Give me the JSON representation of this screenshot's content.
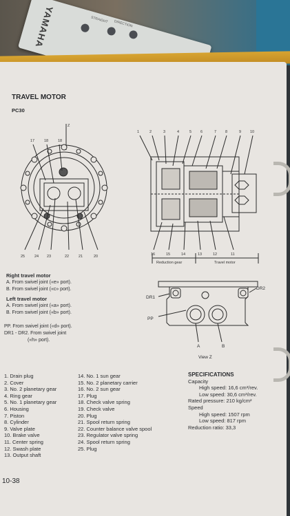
{
  "background": {
    "remote_brand": "YAMAHA",
    "remote_labels": [
      "STRAIGHT",
      "DIRECTION"
    ]
  },
  "page": {
    "title": "TRAVEL MOTOR",
    "model": "PC30",
    "page_number": "10-38"
  },
  "left_diagram": {
    "callouts_top": [
      "17",
      "18",
      "18",
      "Z"
    ],
    "callouts_bottom": [
      "25",
      "24",
      "23",
      "22",
      "21",
      "20"
    ]
  },
  "right_diagram": {
    "callouts_top": [
      "1",
      "2",
      "3",
      "4",
      "5",
      "6",
      "7",
      "8",
      "9",
      "10"
    ],
    "callouts_bottom": [
      "16",
      "15",
      "14",
      "13",
      "12",
      "11"
    ],
    "reduction_gear_label": "Reduction gear",
    "travel_motor_label": "Travel motor"
  },
  "ports": {
    "right_header": "Right travel motor",
    "right_a": "A. From swivel joint («e» port).",
    "right_b": "B. From swivel joint («c» port).",
    "left_header": "Left travel motor",
    "left_a": "A. From swivel joint («a» port).",
    "left_b": "B. From swivel joint («b» port).",
    "pp": "PP. From swivel joint («d» port).",
    "dr1": "DR1 - DR2. From swivel joint",
    "dr2": "(«h» port)."
  },
  "view_z": {
    "dr1": "DR1",
    "dr2": "DR2",
    "pp": "PP",
    "a": "A",
    "b": "B",
    "caption": "View Z"
  },
  "parts_col1": [
    "1. Drain plug",
    "2. Cover",
    "3. No. 2 planetary gear",
    "4. Ring gear",
    "5. No. 1 planetary gear",
    "6. Housing",
    "7. Piston",
    "8. Cylinder",
    "9. Valve plate",
    "10. Brake valve",
    "11. Center spring",
    "12. Swash plate",
    "13. Output shaft"
  ],
  "parts_col2": [
    "14. No. 1 sun gear",
    "15. No. 2 planetary carrier",
    "16. No. 2 sun gear",
    "17. Plug",
    "18. Check valve spring",
    "19. Check valve",
    "20. Plug",
    "21. Spool return spring",
    "22. Counter balance valve spool",
    "23. Regulator valve spring",
    "24. Spool return spring",
    "25. Plug"
  ],
  "specs": {
    "header": "SPECIFICATIONS",
    "capacity": "Capacity",
    "high_speed_cap": "High speed: 16,6 cm³/rev.",
    "low_speed_cap": "Low speed: 30,6 cm³/rev.",
    "rated_pressure": "Rated pressure: 210 kg/cm²",
    "speed": "Speed",
    "high_speed_rpm": "High speed: 1507 rpm",
    "low_speed_rpm": "Low speed: 817 rpm",
    "reduction_ratio": "Reduction ratio: 33,3"
  }
}
